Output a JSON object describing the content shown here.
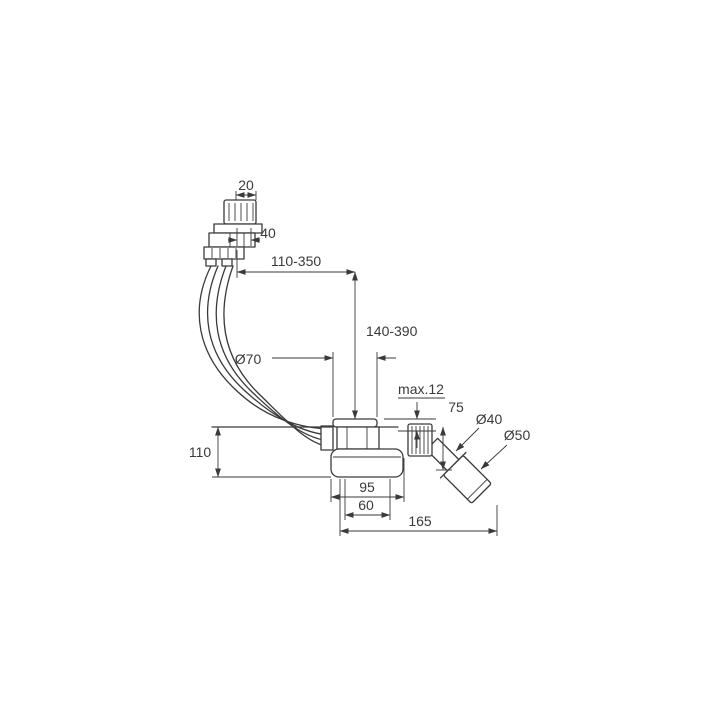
{
  "canvas": {
    "background": "#ffffff",
    "line_color": "#3a3a3a",
    "text_color": "#3a3a3a"
  },
  "diagram": {
    "labels": {
      "knob_depth": "20",
      "knob_offset": "40",
      "horizontal_range": "110-350",
      "vertical_range": "140-390",
      "waste_flange_diameter": "Ø70",
      "max_rim_thickness": "max.12",
      "outlet_drop": "75",
      "outlet_pipe_diameter": "Ø40",
      "outlet_socket_diameter": "Ø50",
      "under_bath_height": "110",
      "trap_length": "95",
      "outlet_offset": "60",
      "total_projection": "165"
    }
  }
}
